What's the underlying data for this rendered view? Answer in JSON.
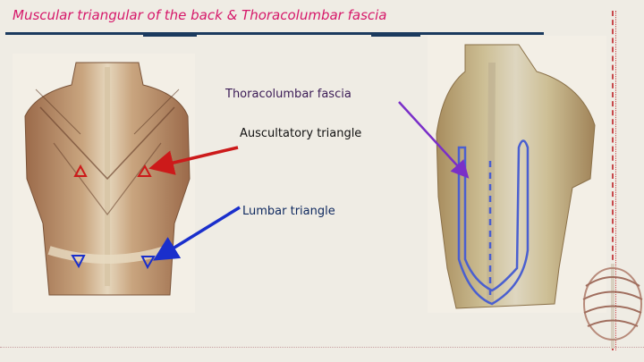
{
  "slide": {
    "title": "Muscular triangular of the back & Thoracolumbar fascia",
    "labels": {
      "thoracolumbar_fascia": "Thoracolumbar fascia",
      "auscultatory_triangle": "Auscultatory triangle",
      "lumbar_triangle": "Lumbar triangle"
    }
  },
  "colors": {
    "title": "#d6186a",
    "rule": "#1b3a5e",
    "arrow_auscultatory": "#cc1a1a",
    "arrow_lumbar": "#1a2fcc",
    "arrow_fascia": "#7a2fc8"
  },
  "images": {
    "left": "back-muscles-illustration",
    "right": "deep-back-illustration",
    "corner": "ribcage-icon"
  }
}
